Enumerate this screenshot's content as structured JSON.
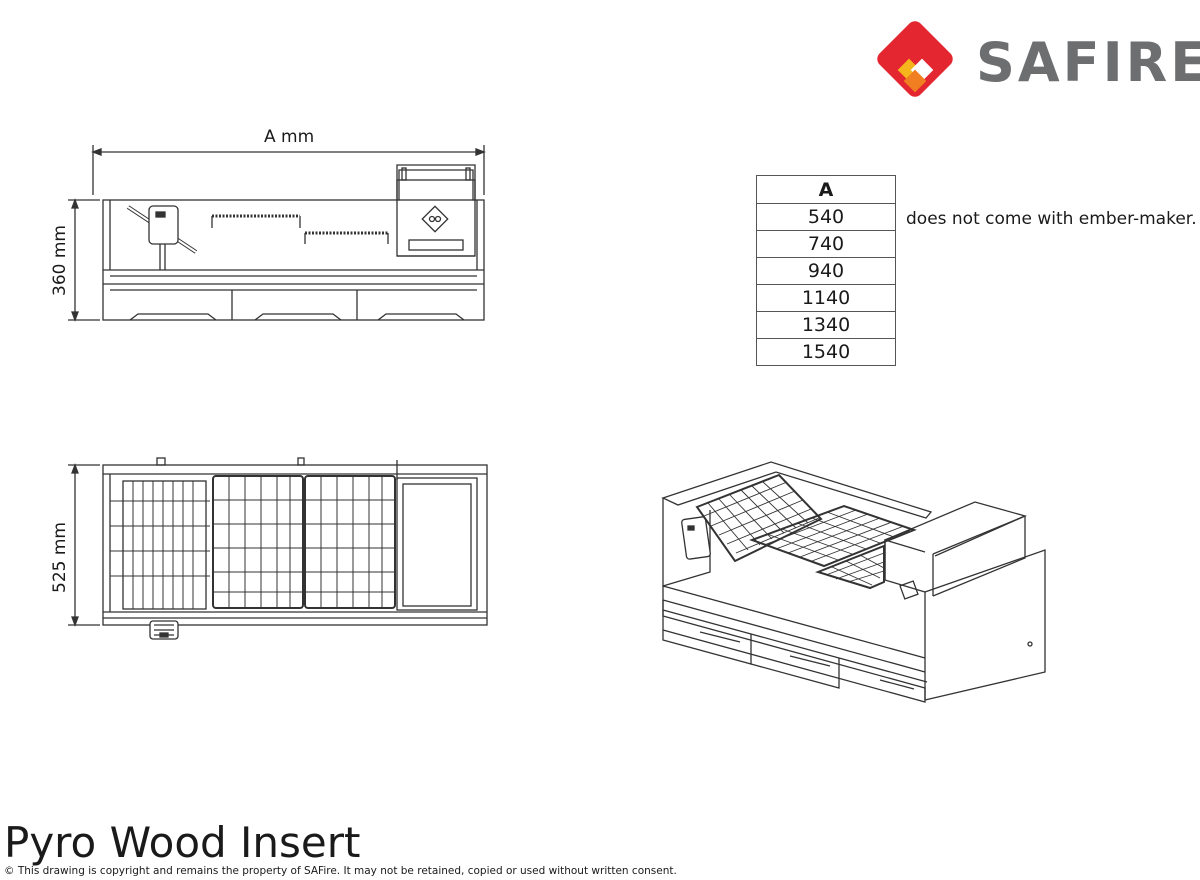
{
  "logo": {
    "wordmark": "SAFIRE",
    "colors": {
      "red": "#e3262f",
      "yellow": "#f6b51d",
      "orange": "#f07f22",
      "grey": "#6d6e70"
    }
  },
  "dimensions": {
    "width_label": "A mm",
    "height_label": "360 mm",
    "depth_label": "525 mm"
  },
  "size_table": {
    "header": "A",
    "rows": [
      "540",
      "740",
      "940",
      "1140",
      "1340",
      "1540"
    ]
  },
  "note": "does not come with ember-maker.",
  "title": "Pyro Wood Insert",
  "footer": "© This drawing is copyright and remains the property of SAFire. It may not be retained, copied or used without written consent."
}
